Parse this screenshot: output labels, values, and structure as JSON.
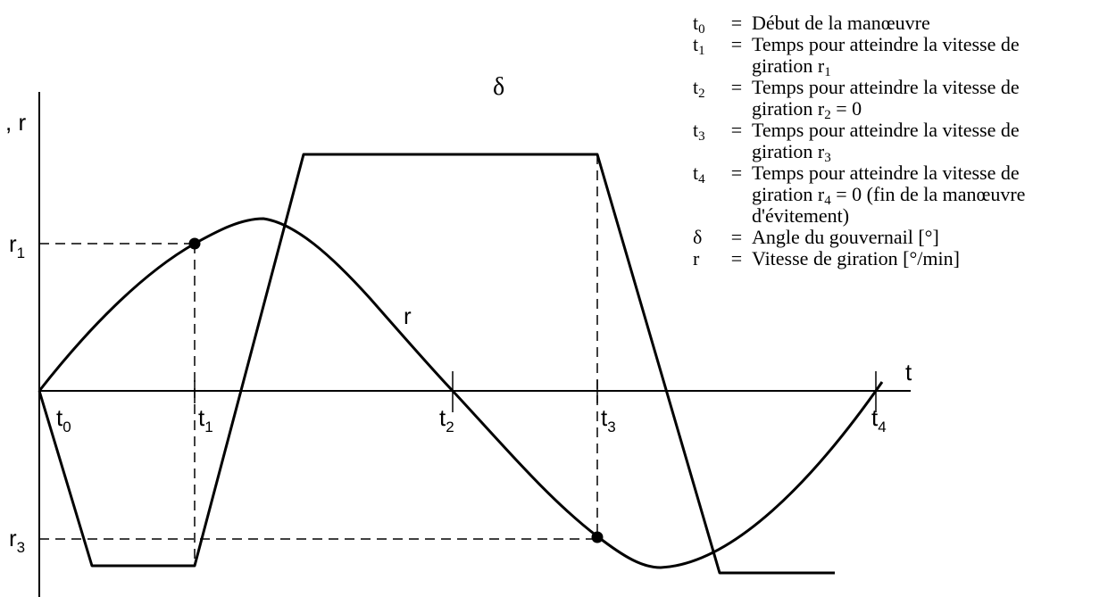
{
  "axes": {
    "y_label": ", r",
    "x_label": "t"
  },
  "curve_labels": {
    "delta": "δ",
    "r": "r"
  },
  "y_ticks": [
    {
      "base": "r",
      "sub": "1"
    },
    {
      "base": "r",
      "sub": "3"
    }
  ],
  "x_ticks": [
    {
      "base": "t",
      "sub": "0"
    },
    {
      "base": "t",
      "sub": "1"
    },
    {
      "base": "t",
      "sub": "2"
    },
    {
      "base": "t",
      "sub": "3"
    },
    {
      "base": "t",
      "sub": "4"
    }
  ],
  "legend": [
    {
      "sym": "t",
      "sub": "0",
      "eq": "=",
      "line1": "Début de la manœuvre",
      "line2": "",
      "line2_tail": "",
      "line3": ""
    },
    {
      "sym": "t",
      "sub": "1",
      "eq": "=",
      "line1": "Temps pour atteindre la vitesse de",
      "line2": "giration r",
      "line2_sub": "1",
      "line2_tail": "",
      "line3": ""
    },
    {
      "sym": "t",
      "sub": "2",
      "eq": "=",
      "line1": "Temps pour atteindre la vitesse de",
      "line2": "giration r",
      "line2_sub": "2",
      "line2_tail": " = 0",
      "line3": ""
    },
    {
      "sym": "t",
      "sub": "3",
      "eq": "=",
      "line1": "Temps pour atteindre la vitesse de",
      "line2": "giration r",
      "line2_sub": "3",
      "line2_tail": "",
      "line3": ""
    },
    {
      "sym": "t",
      "sub": "4",
      "eq": "=",
      "line1": "Temps pour atteindre la vitesse de",
      "line2": "giration r",
      "line2_sub": "4",
      "line2_tail": " = 0 (fin de la manœuvre",
      "line3": "d'évitement)"
    },
    {
      "sym": "δ",
      "sub": "",
      "eq": "=",
      "line1": "Angle du gouvernail [°]",
      "line2": "",
      "line2_tail": "",
      "line3": ""
    },
    {
      "sym": "r",
      "sub": "",
      "eq": "=",
      "line1": "Vitesse de giration [°/min]",
      "line2": "",
      "line2_tail": "",
      "line3": ""
    }
  ]
}
